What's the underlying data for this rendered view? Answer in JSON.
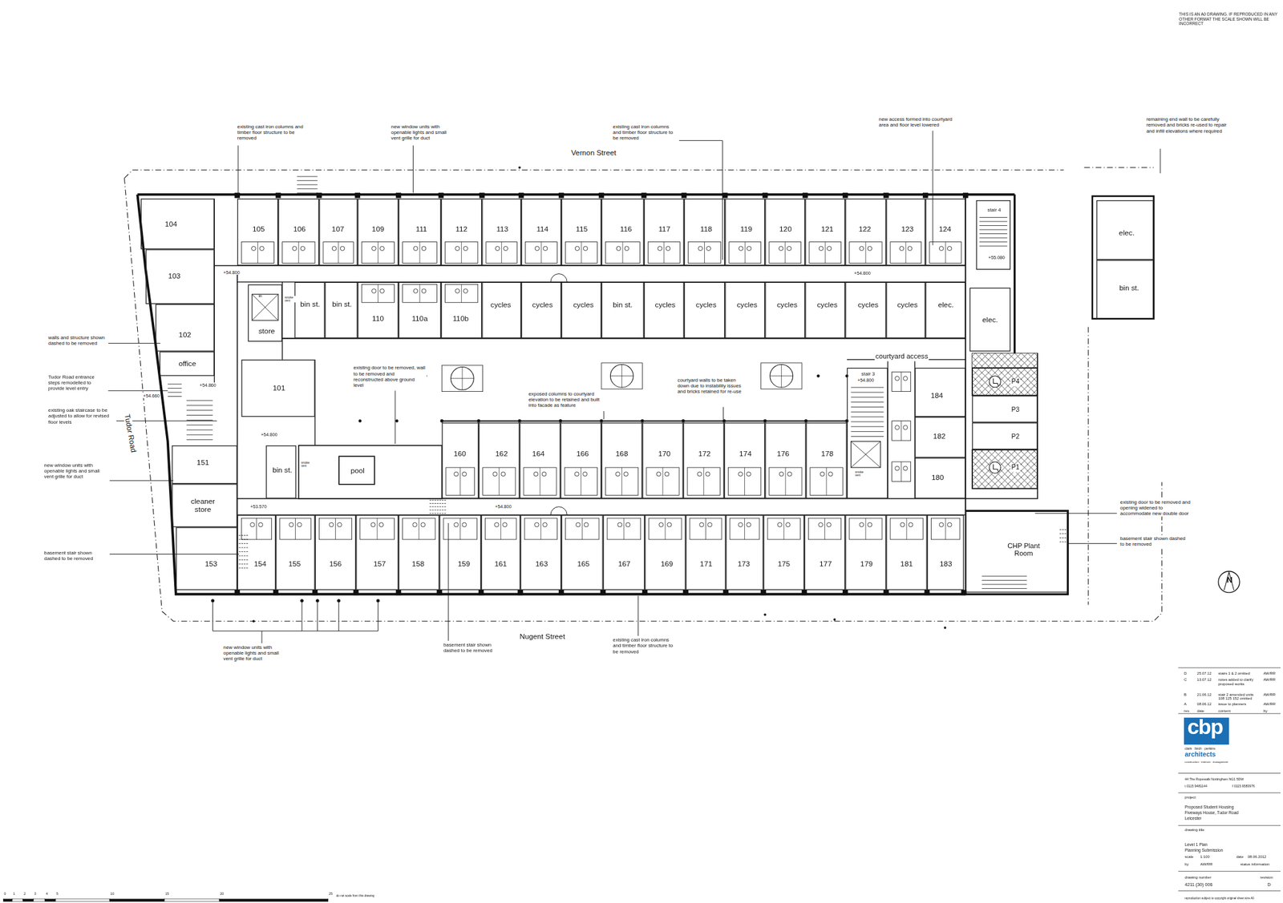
{
  "diagram": {
    "nodes": [
      {
        "text": [
          "104"
        ]
      },
      {
        "text": [
          "103"
        ]
      },
      {
        "text": [
          "102"
        ]
      },
      {
        "text": [
          "office"
        ]
      },
      {
        "text": [
          "101"
        ]
      },
      {
        "text": [
          "151"
        ]
      },
      {
        "text": [
          "cleaner store"
        ]
      },
      {
        "text": [
          "153"
        ]
      },
      {
        "text": [
          "105"
        ]
      },
      {
        "text": [
          "106"
        ]
      },
      {
        "text": [
          "107"
        ]
      },
      {
        "text": [
          "109"
        ]
      },
      {
        "text": [
          "111"
        ]
      },
      {
        "text": [
          "112"
        ]
      },
      {
        "text": [
          "113"
        ]
      },
      {
        "text": [
          "114"
        ]
      },
      {
        "text": [
          "115"
        ]
      },
      {
        "text": [
          "116"
        ]
      },
      {
        "text": [
          "117"
        ]
      },
      {
        "text": [
          "118"
        ]
      },
      {
        "text": [
          "119"
        ]
      },
      {
        "text": [
          "120"
        ]
      },
      {
        "text": [
          "121"
        ]
      },
      {
        "text": [
          "122"
        ]
      },
      {
        "text": [
          "123"
        ]
      },
      {
        "text": [
          "124"
        ]
      },
      {
        "text": [
          "stair 4"
        ]
      },
      {
        "text": [
          "store"
        ]
      },
      {
        "text": [
          "bin st."
        ]
      },
      {
        "text": [
          "bin st."
        ]
      },
      {
        "text": [
          "110"
        ]
      },
      {
        "text": [
          "110a"
        ]
      },
      {
        "text": [
          "110b"
        ]
      },
      {
        "text": [
          "cycles"
        ]
      },
      {
        "text": [
          "cycles"
        ]
      },
      {
        "text": [
          "cycles"
        ]
      },
      {
        "text": [
          "bin st."
        ]
      },
      {
        "text": [
          "cycles"
        ]
      },
      {
        "text": [
          "cycles"
        ]
      },
      {
        "text": [
          "cycles"
        ]
      },
      {
        "text": [
          "cycles"
        ]
      },
      {
        "text": [
          "cycles"
        ]
      },
      {
        "text": [
          "cycles"
        ]
      },
      {
        "text": [
          "cycles"
        ]
      },
      {
        "text": [
          "elec."
        ]
      },
      {
        "text": [
          "elec."
        ]
      },
      {
        "text": [
          "elec."
        ]
      },
      {
        "text": [
          "bin st."
        ]
      },
      {
        "text": [
          "bin st."
        ]
      },
      {
        "text": [
          "pool"
        ]
      },
      {
        "text": [
          "160"
        ]
      },
      {
        "text": [
          "162"
        ]
      },
      {
        "text": [
          "164"
        ]
      },
      {
        "text": [
          "166"
        ]
      },
      {
        "text": [
          "168"
        ]
      },
      {
        "text": [
          "170"
        ]
      },
      {
        "text": [
          "172"
        ]
      },
      {
        "text": [
          "174"
        ]
      },
      {
        "text": [
          "176"
        ]
      },
      {
        "text": [
          "178"
        ]
      },
      {
        "text": [
          "stair 3"
        ]
      },
      {
        "text": [
          "184"
        ]
      },
      {
        "text": [
          "182"
        ]
      },
      {
        "text": [
          "180"
        ]
      },
      {
        "text": [
          "P4"
        ]
      },
      {
        "text": [
          "P3"
        ]
      },
      {
        "text": [
          "P2"
        ]
      },
      {
        "text": [
          "P1"
        ]
      },
      {
        "text": [
          "154"
        ]
      },
      {
        "text": [
          "155"
        ]
      },
      {
        "text": [
          "156"
        ]
      },
      {
        "text": [
          "157"
        ]
      },
      {
        "text": [
          "158"
        ]
      },
      {
        "text": [
          "159"
        ]
      },
      {
        "text": [
          "161"
        ]
      },
      {
        "text": [
          "163"
        ]
      },
      {
        "text": [
          "165"
        ]
      },
      {
        "text": [
          "167"
        ]
      },
      {
        "text": [
          "169"
        ]
      },
      {
        "text": [
          "171"
        ]
      },
      {
        "text": [
          "173"
        ]
      },
      {
        "text": [
          "175"
        ]
      },
      {
        "text": [
          "177"
        ]
      },
      {
        "text": [
          "179"
        ]
      },
      {
        "text": [
          "181"
        ]
      },
      {
        "text": [
          "183"
        ]
      },
      {
        "text": [
          "CHP Plant Room"
        ]
      }
    ],
    "labels": [
      "THIS IS AN A0 DRAWING. IF REPRODUCED IN ANY OTHER FORMAT THE SCALE SHOWN WILL BE INCORRECT",
      "existing cast iron columns and timber floor structure to be removed",
      "new window units with openable lights and small vent grille for duct",
      "existing cast iron columns and timber floor structure to be removed",
      "new access formed into courtyard area and floor level lowered",
      "remaining end wall to be carefully removed and bricks re-used to repair and infill elevations where required",
      "Vernon Street",
      "walls and structure shown dashed to be removed",
      "Tudor Road entrance steps remodelled to provide level entry",
      "existing oak staircase to be adjusted to allow for revised floor levels",
      "new window units with openable lights and small vent grille for duct",
      "basement stair shown dashed to be removed",
      "Tudor Road",
      "existing door to be removed, wall to be removed and reconstructed above ground level",
      "exposed columns to courtyard elevation to be retained and built into facade as feature",
      "courtyard walls to be taken down due to instability issues and bricks retained for re-use",
      "courtyard access",
      "existing door to be removed and opening widened to accommodate new double door",
      "basement stair shown dashed to be removed",
      "new window units with openable lights and small vent grille for duct",
      "basement stair shown dashed to be removed",
      "Nugent Street",
      "existing cast iron columns and timber floor structure to be removed",
      "+54.800",
      "+54.800",
      "+55.080",
      "+54.660",
      "+54.860",
      "+54.800",
      "+53.570",
      "+54.800",
      "+54.800",
      "lift",
      "smoke vent",
      "smoke vent",
      "smoke vent",
      "N",
      "0",
      "1",
      "2",
      "3",
      "4",
      "5",
      "10",
      "15",
      "20",
      "25",
      "do not scale from this drawing",
      "D",
      "25.07.12",
      "stairs 1 & 2 omitted",
      "AW/RR",
      "C",
      "13.07.12",
      "notes added to clarify proposed works",
      "AW/RR",
      "B",
      "21.06.12",
      "stair 2 amended units 108 125 152 omitted",
      "AW/RR",
      "A",
      "08.06.12",
      "issue to planners",
      "AW/RR",
      "rev.",
      "date",
      "content",
      "by",
      "cbp",
      "clark · birch · perkins",
      "architects",
      "construction · interiors · management",
      "44  The Ropewalk  Nottingham  NG1 5DW",
      "t  0115 9481144",
      "f  0115 9583976",
      "project",
      "Proposed Student Housing",
      "Fiveways House, Tudor Road",
      "Leicester",
      "drawing title",
      "Level 1 Plan",
      "Planning Submission",
      "scale",
      "1:100",
      "date",
      "08.06.2012",
      "by",
      "AW/RR",
      "status information",
      "drawing number",
      "revision",
      "4211 (30) 006",
      "D",
      "reproduction subject to copyright  original sheet size A0"
    ]
  }
}
